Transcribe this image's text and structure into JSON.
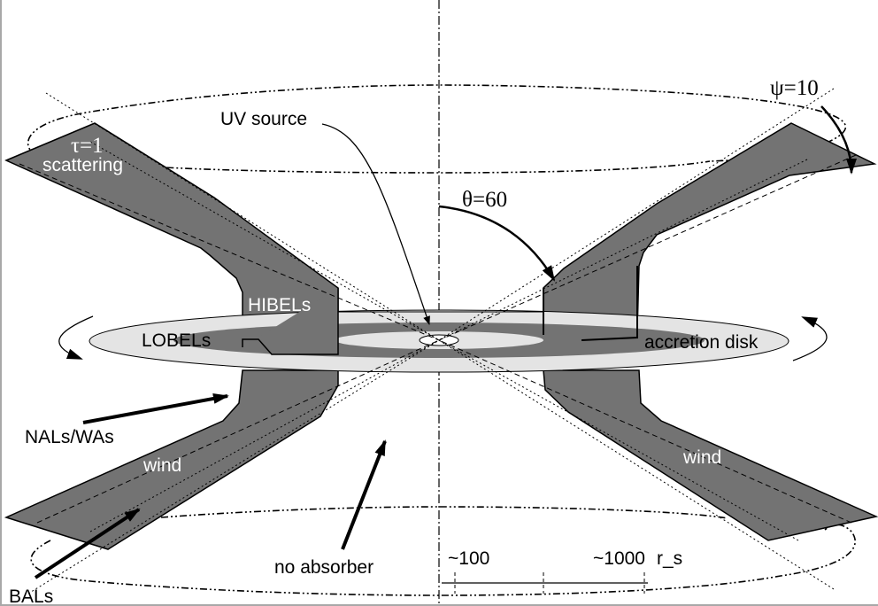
{
  "colors": {
    "wind": "#737373",
    "disk_light": "#e4e4e4",
    "disk_dark": "#737373",
    "ink": "#000000",
    "paper": "#ffffff",
    "frame": "#a8a8a8"
  },
  "labels": {
    "uv_source": "UV source",
    "tau": "τ=1",
    "scattering": "scattering",
    "theta": "θ=60",
    "psi": "ψ=10",
    "hibels": "HIBELs",
    "lobels": "LOBELs",
    "accretion_disk": "accretion disk",
    "nals_was": "NALs/WAs",
    "wind_left": "wind",
    "wind_right": "wind",
    "no_absorber": "no absorber",
    "bals": "BALs"
  },
  "scale_bar": {
    "tick_100": "~100",
    "tick_1000": "~1000",
    "unit": "r_s"
  }
}
